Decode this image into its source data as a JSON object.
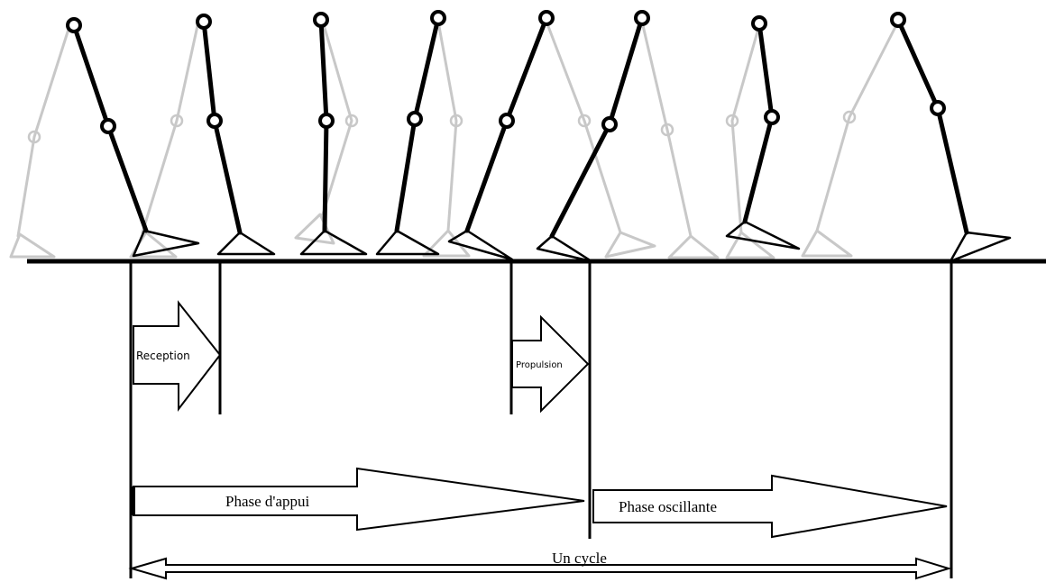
{
  "labels": {
    "reception": "Reception",
    "propulsion": "Propulsion",
    "phase_appui": "Phase d'appui",
    "phase_oscillante": "Phase oscillante",
    "cycle": "Un cycle"
  },
  "colors": {
    "ink": "#000000",
    "ghost_leg": "#c8c8c8",
    "background": "#ffffff"
  }
}
